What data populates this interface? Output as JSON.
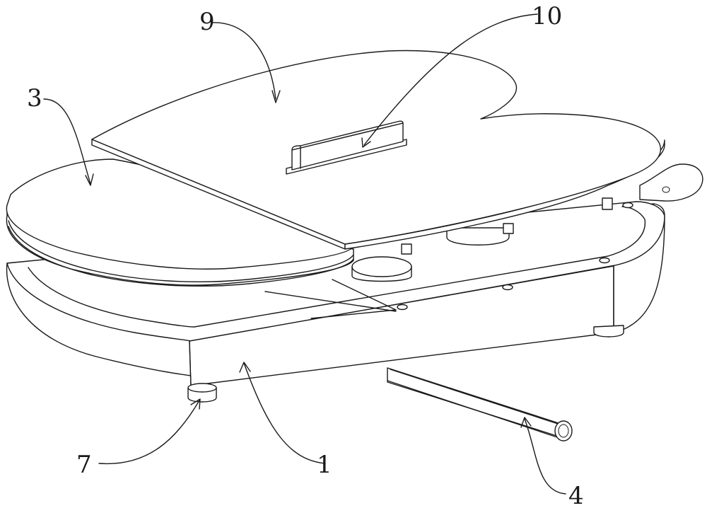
{
  "labels": {
    "l1": "1",
    "l3": "3",
    "l4": "4",
    "l7": "7",
    "l9": "9",
    "l10": "10"
  }
}
